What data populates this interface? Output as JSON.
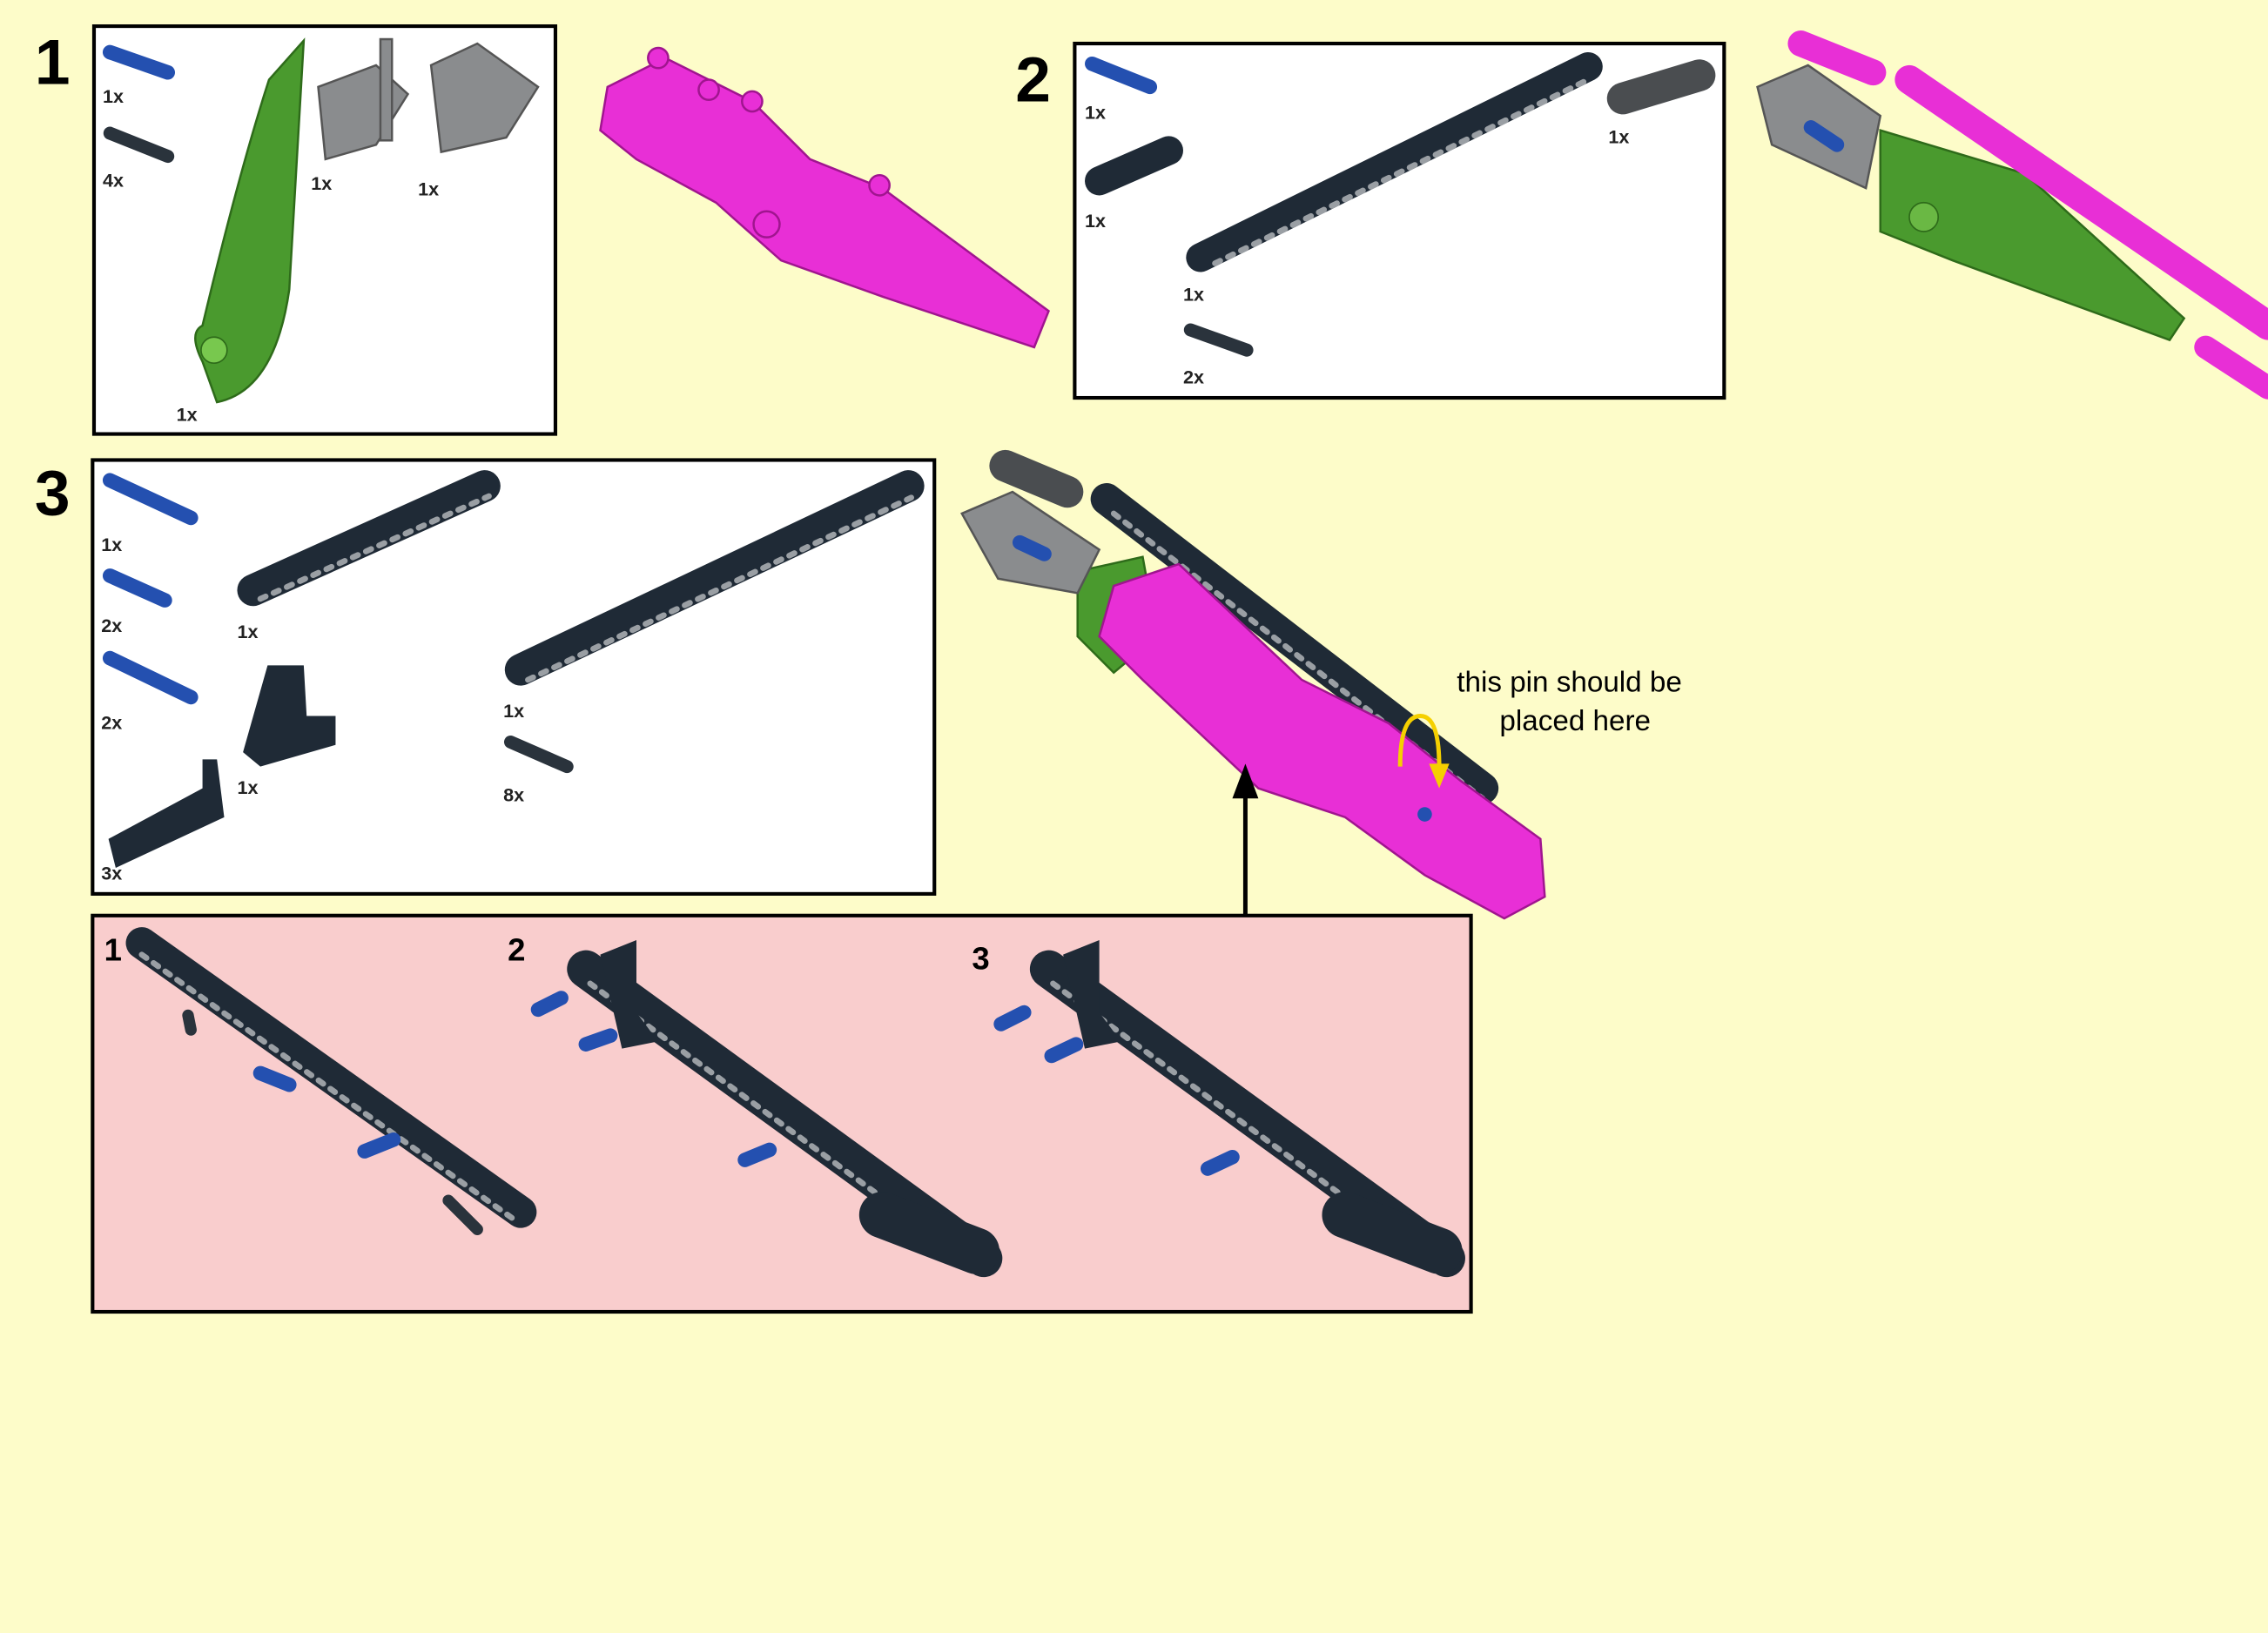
{
  "steps": [
    {
      "number": "1",
      "parts": [
        "1x",
        "4x",
        "1x",
        "1x",
        "1x"
      ]
    },
    {
      "number": "2",
      "parts": [
        "1x",
        "1x",
        "1x",
        "2x",
        "1x"
      ]
    },
    {
      "number": "3",
      "parts": [
        "1x",
        "2x",
        "2x",
        "3x",
        "1x",
        "1x",
        "1x",
        "8x"
      ]
    }
  ],
  "subassembly": {
    "labels": [
      "1",
      "2",
      "3"
    ]
  },
  "annotation": {
    "line1": "this pin should be",
    "line2": "placed here"
  },
  "colors": {
    "background": "#fdfcc9",
    "subassembly_bg": "#f9cdcd",
    "magenta": "#e82fd6",
    "green": "#4a9a2e",
    "beam": "#1f2a36",
    "pin_blue": "#2450b0",
    "arrow_yellow": "#f5d000"
  }
}
